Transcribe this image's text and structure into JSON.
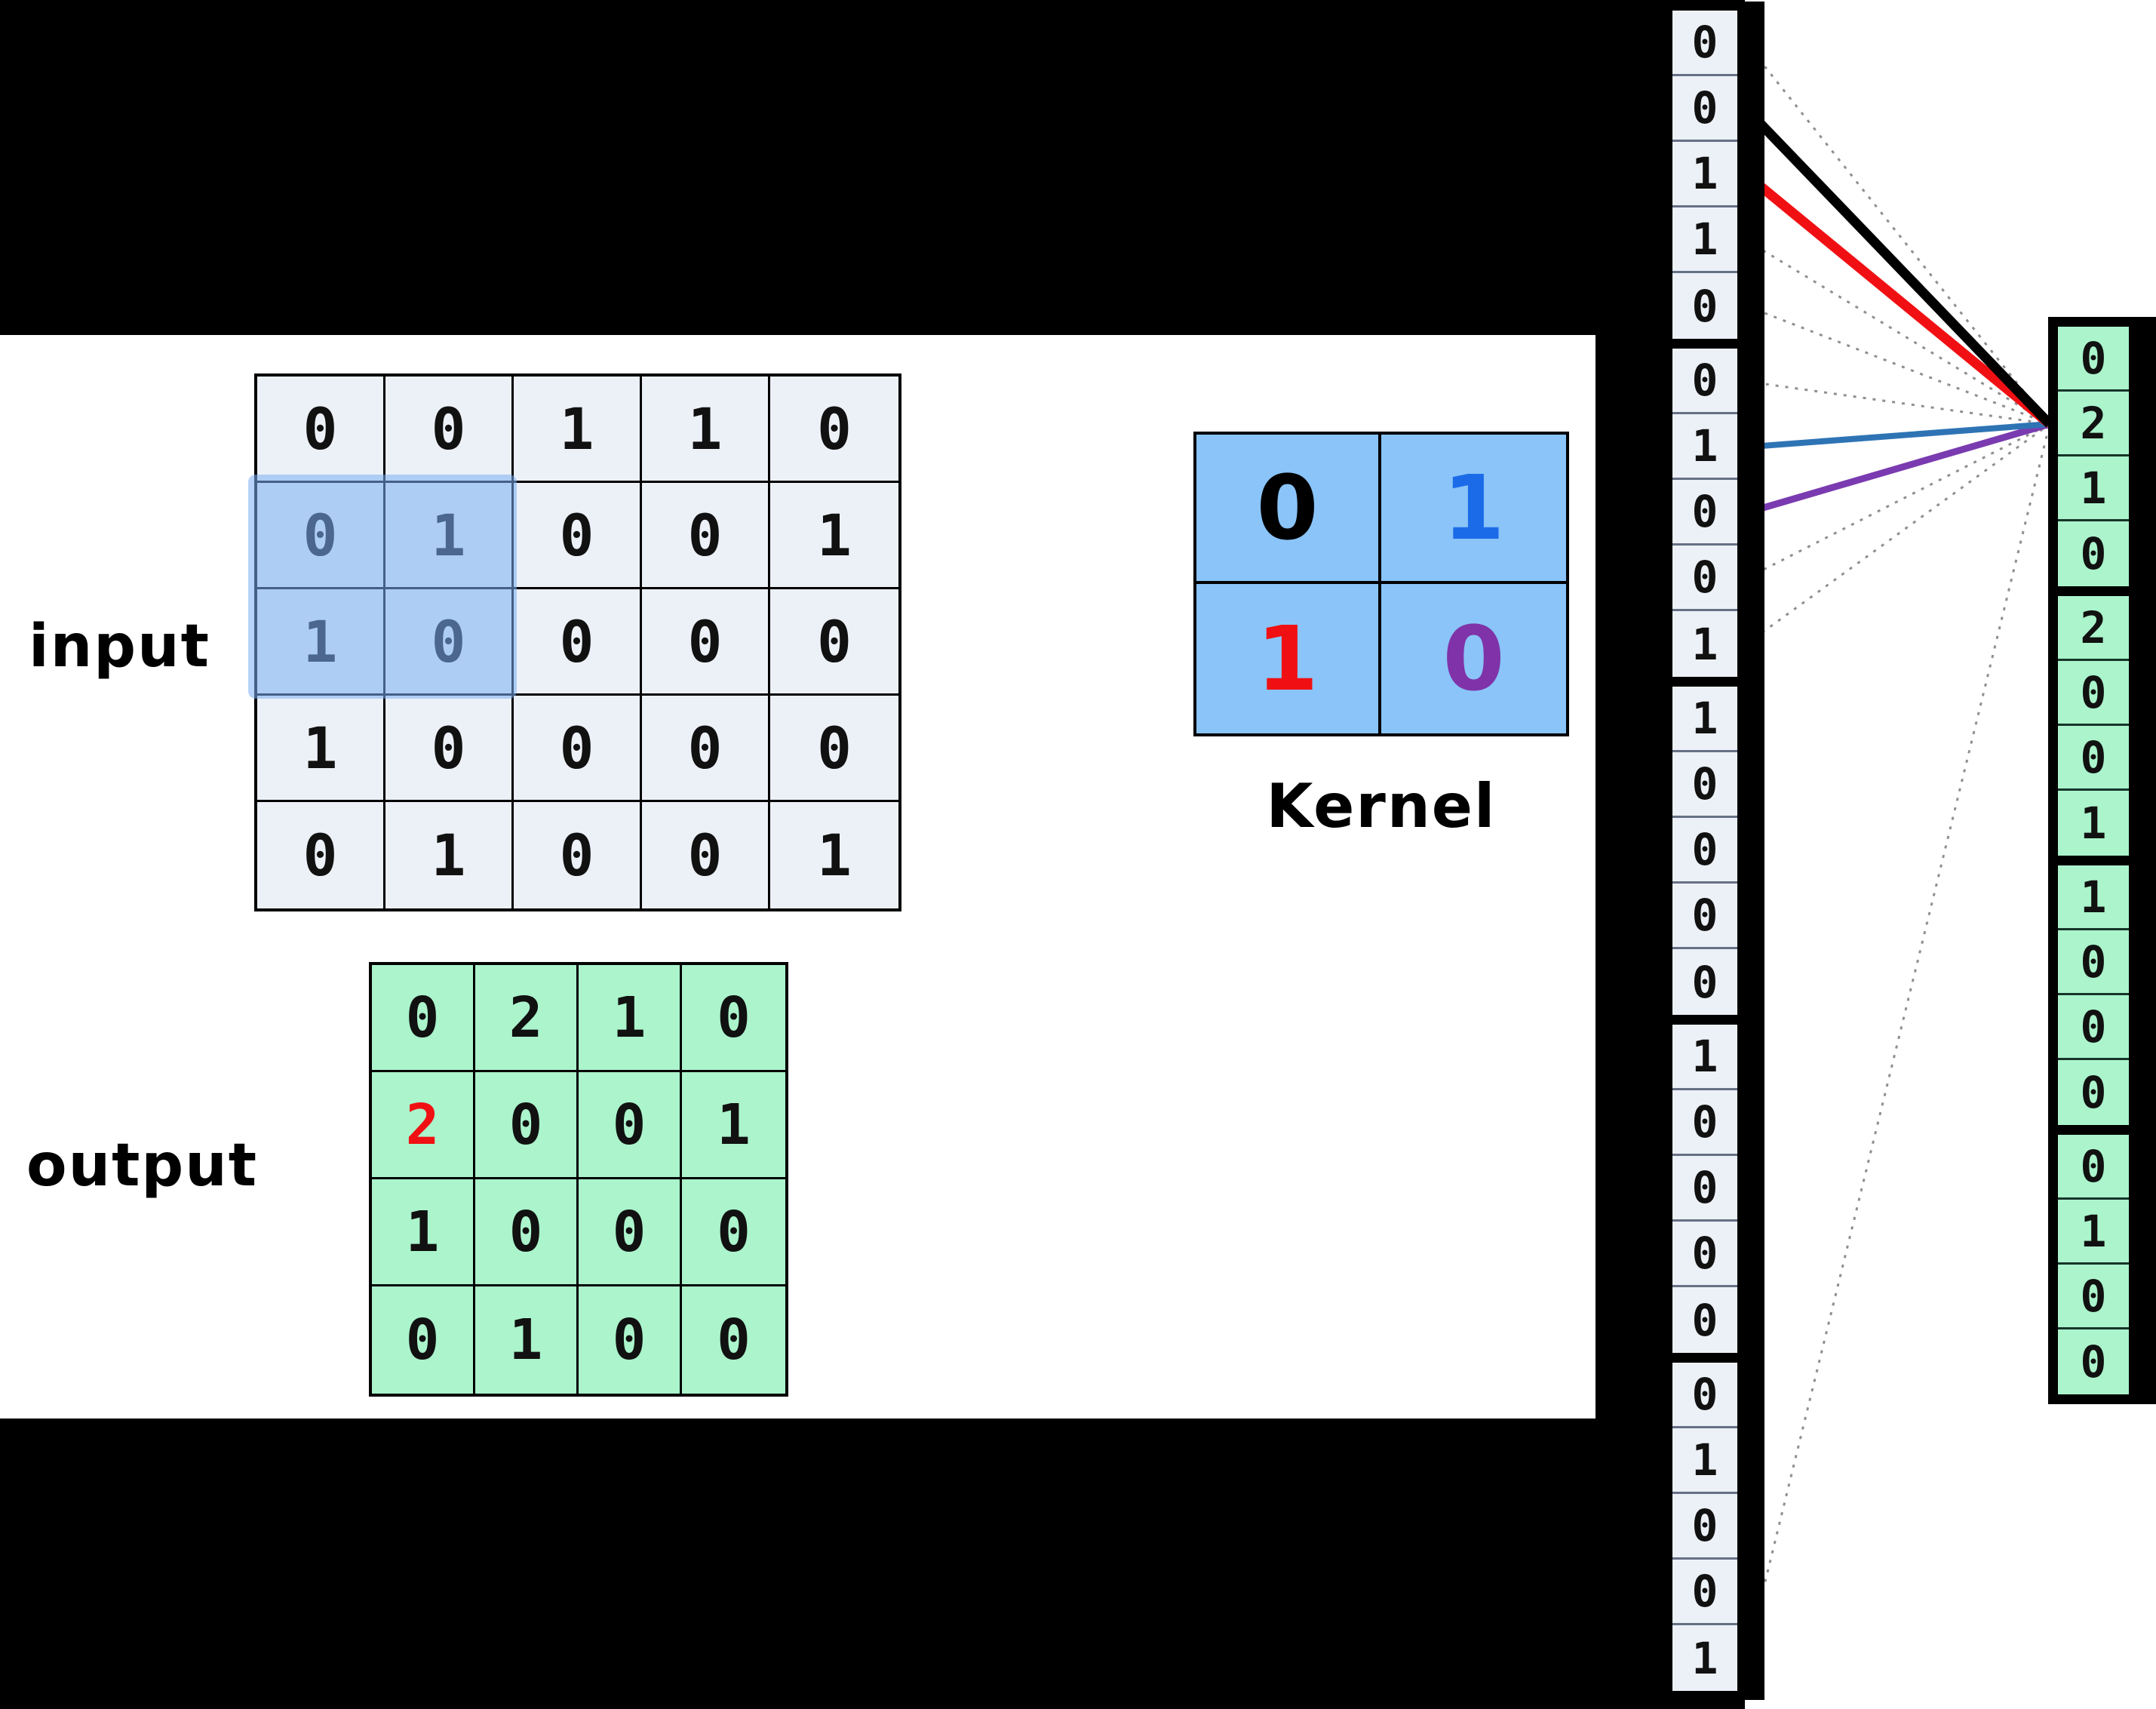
{
  "labels": {
    "input": "input",
    "output": "output",
    "kernel": "Kernel"
  },
  "input_matrix": {
    "rows": [
      [
        0,
        0,
        1,
        1,
        0
      ],
      [
        0,
        1,
        0,
        0,
        1
      ],
      [
        1,
        0,
        0,
        0,
        0
      ],
      [
        1,
        0,
        0,
        0,
        0
      ],
      [
        0,
        1,
        0,
        0,
        1
      ]
    ],
    "highlighted_patch": {
      "row_start": 1,
      "col_start": 0,
      "num_rows": 2,
      "num_cols": 2
    }
  },
  "kernel_matrix": {
    "rows": [
      [
        0,
        1
      ],
      [
        1,
        0
      ]
    ],
    "cell_colors": [
      [
        "#000000",
        "#1b6be8"
      ],
      [
        "#f01013",
        "#8033a8"
      ]
    ]
  },
  "output_matrix": {
    "rows": [
      [
        0,
        2,
        1,
        0
      ],
      [
        2,
        0,
        0,
        1
      ],
      [
        1,
        0,
        0,
        0
      ],
      [
        0,
        1,
        0,
        0
      ]
    ],
    "red_cell": {
      "row": 1,
      "col": 0,
      "color": "#f01013"
    }
  },
  "flattened_input_vector": {
    "values": [
      0,
      0,
      1,
      1,
      0,
      0,
      1,
      0,
      0,
      1,
      1,
      0,
      0,
      0,
      0,
      1,
      0,
      0,
      0,
      0,
      0,
      1,
      0,
      0,
      1
    ],
    "group_size": 5
  },
  "flattened_output_vector": {
    "values": [
      0,
      2,
      1,
      0,
      2,
      0,
      0,
      1,
      1,
      0,
      0,
      0,
      0,
      1,
      0,
      0
    ],
    "group_size": 4
  },
  "connections": {
    "target_output_cell_index": 1,
    "lines": [
      {
        "from_cell": 0,
        "color": "#8f8f8f",
        "width": 3,
        "dashed": true
      },
      {
        "from_cell": 3,
        "color": "#8f8f8f",
        "width": 3,
        "dashed": true
      },
      {
        "from_cell": 4,
        "color": "#8f8f8f",
        "width": 3,
        "dashed": true
      },
      {
        "from_cell": 5,
        "color": "#8f8f8f",
        "width": 3,
        "dashed": true
      },
      {
        "from_cell": 8,
        "color": "#8f8f8f",
        "width": 3,
        "dashed": true
      },
      {
        "from_cell": 9,
        "color": "#8f8f8f",
        "width": 3,
        "dashed": true
      },
      {
        "from_cell": 24,
        "color": "#8f8f8f",
        "width": 3,
        "dashed": true
      },
      {
        "from_cell": 7,
        "color": "#7a3bb0",
        "width": 9,
        "dashed": false
      },
      {
        "from_cell": 6,
        "color": "#2e74b5",
        "width": 8,
        "dashed": false
      },
      {
        "from_cell": 2,
        "color": "#f01013",
        "width": 13,
        "dashed": false
      },
      {
        "from_cell": 1,
        "color": "#000000",
        "width": 13,
        "dashed": false
      }
    ]
  },
  "colors": {
    "background": "#000000",
    "panel": "#ffffff",
    "input_cell_bg": "#ecf1f7",
    "kernel_bg": "#8ac4f8",
    "output_cell_bg": "#abf4cc",
    "highlight_overlay": "rgba(123,174,244,0.55)"
  }
}
